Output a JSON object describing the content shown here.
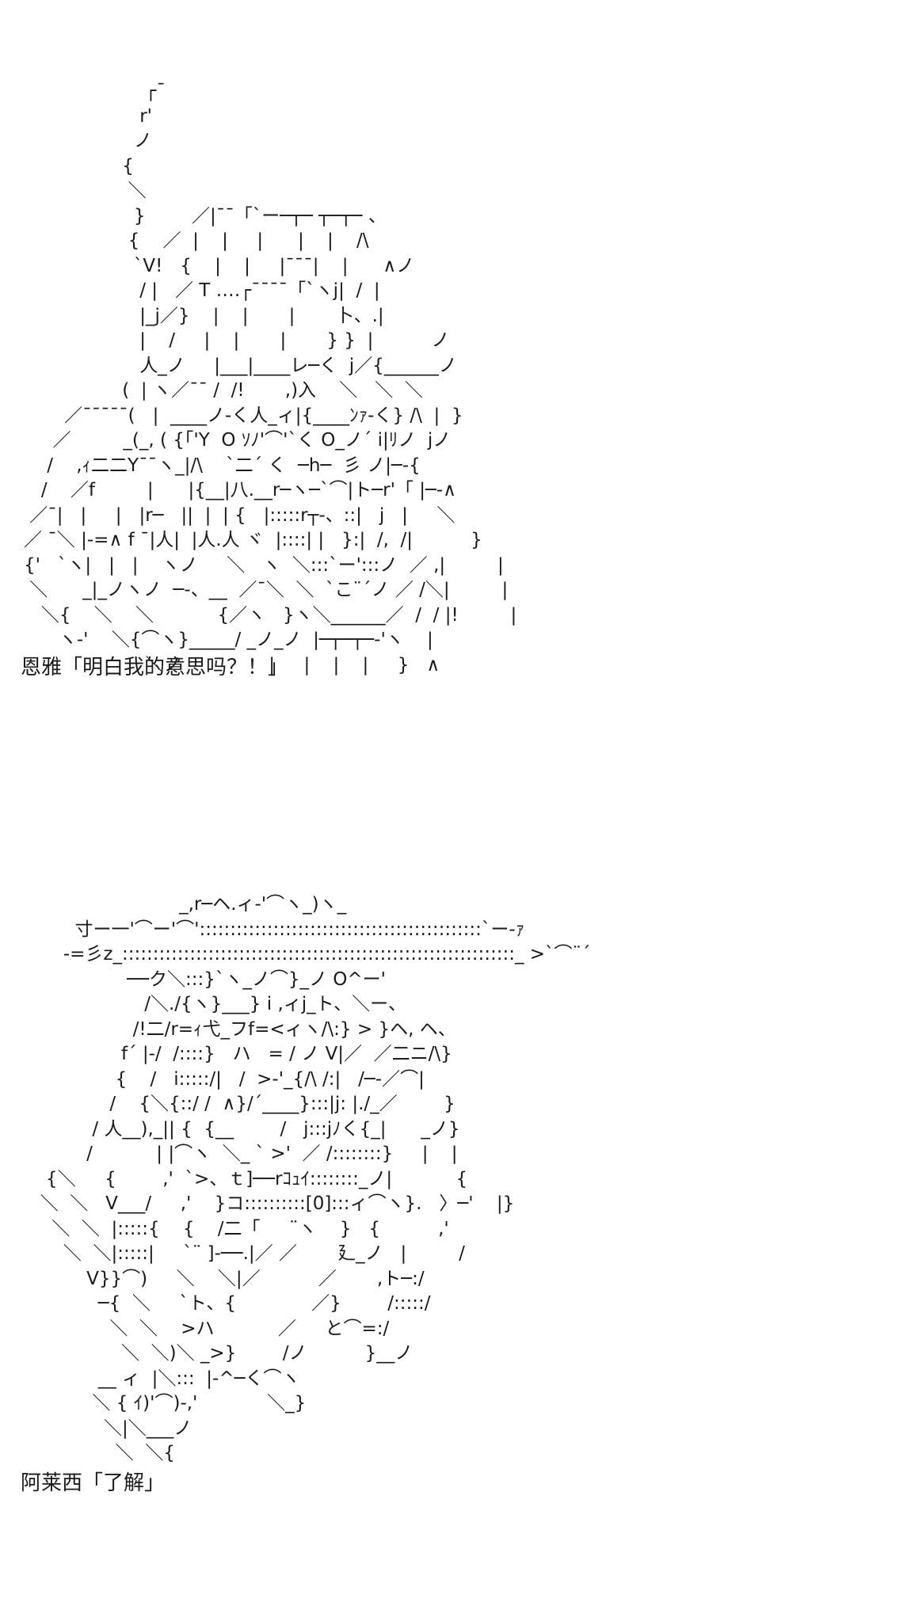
{
  "panels": [
    {
      "art": [
        "                     ┌¯",
        "                    r'",
        "                   ノ",
        "                 {",
        "                  ＼",
        "                   }        ／|¯¯「`ー─┬─ ┬─┬─ 、",
        "                  {    ／  |    |     |      |    |    /\\",
        "                   `V!   {    |    |     |¯¯¯|    |      ∧ノ",
        "                    / |   ／ T ‥‥┌¯¯¯¯「`ヽj|  /  |",
        "                    |_j／}    |    |       |       卜、.|",
        "                    |    /     |    |       |       } }  |          ノ",
        "                    人_ノ     |___|____レ─く  j／{______ノ",
        "                 (  | ヽ／¯¯ /  /!       ,)入    ＼   ＼  ＼",
        "       ／¯¯¯¯¯(   |  ____ノ-く人_ィ|{____ﾝｧ-く} /\\  |  }",
        "     ／         _(_, ( {「'Y  O ｿﾉ'⌒'`く O_ノ´ i|ﾘノ  jノ",
        "    /    ,ｨ二二Y¯¯ヽ_|/\\    `二´ く  ─h─  彡 ノ|─‐{",
        "   /    ／f         |      |{__|八.__r─ヽ─`⌒|ト─r'「 |─‐∧",
        " ／¯|   |     |   |r─   ||  |  | {   |:::::r┬-、::|   j   |     ＼",
        "／ ¯＼ |‐=∧ f ¯|人|  |人.人 ヾ  |::::| |   }:|  /,  /|          }",
        "{'   `ヽ|   |   |    ヽノ     ＼   ヽ  ＼:::`ー':::ノ  ／ ,|         |",
        " ＼      _|_ノヽノ  ─-、__  ／¯＼  ＼  `こ¨´ノ ／ /＼|         |",
        "   ＼{    ＼    ＼           {／ヽ   }ヽ＼______／  /  / |!         |",
        "      ヽ-'    ＼{⌒ヽ}_____/ _ノ_ノ  |─┬─┬─‐'ヽ    |",
        "                     ＼ノ               |     |    |    |     }   ∧"
      ],
      "caption": "恩雅「明白我的意思吗？！」"
    },
    {
      "art": [
        "                          _,r─ヘ.ィ-'⌒ヽ_)ヽ_",
        "        寸ー一'⌒ー'⌒'::::::::::::::::::::::::::::::::::::::::::::::`ー‐ｧ",
        "      ‐=彡z_::::::::::::::::::::::::::::::::::::::::::::::::::::::::::::::::_ >`⌒¨´",
        "                 ──ク＼:::}`ヽ_ノ⌒}_ノ O^ー'",
        "                    /＼./{ヽ}___} i ,ィj_ト、＼ー、",
        "                  /!二/r=ｨ弋_フf=<ィヽ/\\:} > }ヘ, ヘ、",
        "                f´ |-/  /::::}   ハ   = / ノ V|／  ／二ニ/\\}",
        "               {    /   i:::::/|   /  >‐'_{/\\ /:|   /─‐／⌒|",
        "              /    {＼{::/ /  ∧}/´____}:::|j: |./_／        }",
        "           / 人__),_|| {  {__        /   j:::jﾉく{_|      _ノ}",
        "          /           | |⌒ヽ  ＼_ ` >'  ／ /::::::::}     |    |",
        "   {＼     {        ,'  `>、ｔ]──rｺｭｲ::::::::_ノ|           {",
        "  ＼  ＼   V___/     ,'    }コ::::::::::[0]:::ィ⌒ヽ}.   〉─'    |}",
        "    ＼  ＼  |:::::{    {    /二「     ¨ヽ    }   {          ,'",
        "      ＼  ＼|:::::|     `¨ ]‐──.|／ ／       廴_ノ   |         /",
        "          V}}⌒)     ＼    ＼|／          ／       ,ト─:/",
        "            ─{  ＼     `ト、{             ／}        /:::::/",
        "              ＼  ＼    >ハ           ／     と⌒=:/",
        "                ＼  ＼)＼ _>}        /ノ          }__ノ",
        "            __ ィ  |＼:::  |-^─く⌒ヽ",
        "           ＼ { ｲ)'⌒)-,'            ＼_}",
        "             ＼|＼___ノ",
        "               ＼  ＼{"
      ],
      "caption": "阿莱西「了解」"
    }
  ]
}
